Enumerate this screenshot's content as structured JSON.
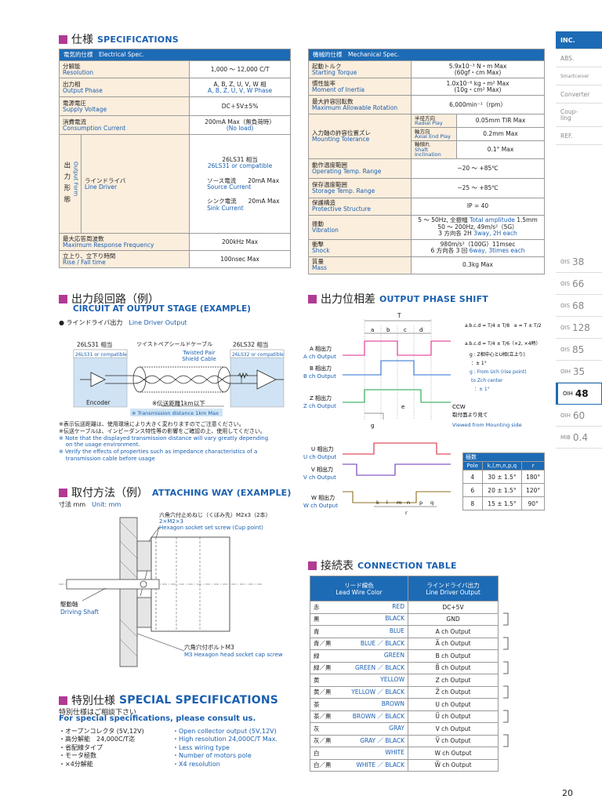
{
  "page_number": "20",
  "sidebar": {
    "items": [
      "INC.",
      "ABS.",
      "Smartceiver",
      "Converter",
      "Coup-\nling",
      "REF."
    ],
    "series": [
      {
        "prefix": "OIS",
        "num": "38"
      },
      {
        "prefix": "OIS",
        "num": "66"
      },
      {
        "prefix": "OIS",
        "num": "68"
      },
      {
        "prefix": "OIS",
        "num": "128"
      },
      {
        "prefix": "OIS",
        "num": "85"
      },
      {
        "prefix": "OIH",
        "num": "35"
      },
      {
        "prefix": "OIH",
        "num": "48"
      },
      {
        "prefix": "OIH",
        "num": "60"
      },
      {
        "prefix": "MIB",
        "num": "0.4"
      }
    ]
  },
  "specs": {
    "title_jp": "仕様",
    "title_en": "SPECIFICATIONS",
    "electrical": {
      "header_jp": "電気的仕様",
      "header_en": "Electrical Spec.",
      "resolution_jp": "分解能",
      "resolution_en": "Resolution",
      "resolution_val": "1,000 〜 12,000 C/T",
      "phase_jp": "出力相",
      "phase_en": "Output Phase",
      "phase_val_jp": "A, B, Z, U, V, W 相",
      "phase_val_en": "A, B, Z, U, V, W Phase",
      "voltage_jp": "電源電圧",
      "voltage_en": "Supply Voltage",
      "voltage_val": "DC＋5V±5%",
      "current_jp": "消費電流",
      "current_en": "Consumption Current",
      "current_val_jp": "200mA Max（無負荷時）",
      "current_val_en": "(No load)",
      "form_jp": "出力形態",
      "form_en": "Output Form",
      "driver_jp": "ラインドライバ",
      "driver_en": "Line Driver",
      "chip_jp": "26LS31 相当",
      "chip_en": "26LS31 or compatible",
      "source_jp": "ソース電流",
      "source_val": "20mA Max",
      "source_en": "Source Current",
      "sink_jp": "シンク電流",
      "sink_val": "20mA Max",
      "sink_en": "Sink Current",
      "freq_jp": "最大応答周波数",
      "freq_en": "Maximum Response Frequency",
      "freq_val": "200kHz Max",
      "rise_jp": "立上り、立下り時間",
      "rise_en": "Rise / Fall time",
      "rise_val": "100nsec Max"
    },
    "mechanical": {
      "header_jp": "機械的仕様",
      "header_en": "Mechanical Spec.",
      "torque_jp": "起動トルク",
      "torque_en": "Starting Torque",
      "torque_val1": "5.9x10⁻³ N・m Max",
      "torque_val2": "(60gf・cm Max)",
      "inertia_jp": "慣性能率",
      "inertia_en": "Moment of Inertia",
      "inertia_val1": "1.0x10⁻⁶ kg・m² Max",
      "inertia_val2": "(10g・cm² Max)",
      "rot_jp": "最大許容回転数",
      "rot_en": "Maximum Allowable Rotation",
      "rot_val": "6,000min⁻¹（rpm）",
      "tol_jp": "入力軸の許容位置ズレ",
      "tol_en": "Mounting Tolerance",
      "radial_jp": "半径方向",
      "radial_en": "Radial Play",
      "radial_val": "0.05mm TIR Max",
      "axial_jp": "軸方向",
      "axial_en": "Axial End Play",
      "axial_val": "0.2mm Max",
      "incl_jp": "軸傾れ",
      "incl_en": "Shaft Inclination",
      "incl_val": "0.1° Max",
      "op_jp": "動作温度範囲",
      "op_en": "Operating Temp. Range",
      "op_val": "−20 〜 +85℃",
      "st_jp": "保存温度範囲",
      "st_en": "Storage Temp. Range",
      "st_val": "−25 〜 +85℃",
      "prot_jp": "保護構造",
      "prot_en": "Protective Structure",
      "prot_val": "IP = 40",
      "vib_jp": "振動",
      "vib_en": "Vibration",
      "vib_val1a": "5 〜 50Hz, 全振幅 ",
      "vib_val1b": "Total amplitude",
      "vib_val1c": " 1.5mm",
      "vib_val2": "50 〜 200Hz, 49m/s²（5G）",
      "vib_val3a": "3 方向各 2H ",
      "vib_val3b": "3way, 2H each",
      "shock_jp": "衝撃",
      "shock_en": "Shock",
      "shock_val1": "980m/s²（100G）11msec",
      "shock_val2a": "6 方向各 3 回 ",
      "shock_val2b": "6way, 3times each",
      "mass_jp": "質量",
      "mass_en": "Mass",
      "mass_val": "0.3kg Max"
    }
  },
  "circuit": {
    "title_jp": "出力段回路（例）",
    "title_en": "CIRCUIT AT OUTPUT STAGE (EXAMPLE)",
    "bullet_jp": "● ラインドライバ出力",
    "bullet_en": "Line Driver Output",
    "left_chip_jp": "26LS31 相当",
    "left_chip_en": "26LS31 or compatible",
    "right_chip_jp": "26LS32 相当",
    "right_chip_en": "26LS32 or compatible",
    "cable_jp": "ツイストペアシールドケーブル",
    "cable_en1": "Twisted Pair",
    "cable_en2": "Shield Cable",
    "encoder": "Encoder",
    "dist_jp": "※伝送距離1km以下",
    "dist_en": "※ Transmission distance 1km Max",
    "notes": [
      "※表示伝送距離は、使用環境により大きく変わりますのでご注意ください。",
      "※伝送ケーブルは、インピーダンス特性等の影響をご確認の上、使用してください。",
      "※ Note that the displayed transmission distance will vary greatly depending",
      "    on the usage environment.",
      "※ Verify the effects of properties such as impedance characteristics of a",
      "    transmission cable before usage"
    ]
  },
  "attach": {
    "title_jp": "取付方法（例）",
    "title_en": "ATTACHING WAY (EXAMPLE)",
    "unit_jp": "寸法 mm",
    "unit_en": "Unit: mm",
    "screw1_jp": "六角穴付止めねじ（くぼみ先）M2x3（2本）",
    "screw1_x": "2×M2×3",
    "screw1_en": "Hexagon socket set screw (Cup point)",
    "shaft_jp": "駆動軸",
    "shaft_en": "Driving Shaft",
    "screw2_jp": "六角穴付ボルトM3",
    "screw2_en": "M3 Hexagon head socket cap screw"
  },
  "special": {
    "title_jp": "特別仕様",
    "title_en": "SPECIAL SPECIFICATIONS",
    "consult_jp": "特別仕様はご相談下さい",
    "consult_en": "For special specifications, please consult us.",
    "items_jp": [
      "・オープンコレクタ (5V,12V)",
      "・高分解能　24,000C/T迄",
      "・省配線タイプ",
      "・モータ極数",
      "・×4分解能"
    ],
    "items_en": [
      "・Open collector output (5V,12V)",
      "・High resolution 24,000C/T Max.",
      "・Less wiring type",
      "・Number of motors pole",
      "・X4 resolution"
    ]
  },
  "phase": {
    "title_jp": "出力位相差",
    "title_en": "OUTPUT PHASE SHIFT",
    "T": "T",
    "ticks": [
      "a",
      "b",
      "c",
      "d"
    ],
    "e": "e",
    "g": "g",
    "r": "r",
    "ticks2": [
      "k",
      "l",
      "m",
      "n",
      "p",
      "q"
    ],
    "formula1": "a.b.c.d = T/4 ± T/8　e = T ± T/2",
    "formula2": "a.b.c.d = T/4 ± T/6（×2, ×4時）",
    "formula3": "g : Z相中心とU相(立上り)",
    "formula4": "：± 1°",
    "formula5": "g : From Uch (rise point)",
    "formula6": "to Zch center",
    "formula7": "：± 1°",
    "A_jp": "A 相出力",
    "A_en": "A ch Output",
    "B_jp": "B 相出力",
    "B_en": "B ch Output",
    "Z_jp": "Z 相出力",
    "Z_en": "Z ch Output",
    "U_jp": "U 相出力",
    "U_en": "U ch Output",
    "V_jp": "V 相出力",
    "V_en": "V ch Output",
    "W_jp": "W 相出力",
    "W_en": "W ch Output",
    "ccw": "CCW",
    "ccw_jp": "取付面より見て",
    "ccw_en": "Viewed from Mounting side",
    "pole_table": {
      "h_jp": "極数",
      "h_en": "Pole",
      "h_klm": "k,l,m,n,p,q",
      "h_r": "r",
      "rows": [
        [
          "4",
          "30 ± 1.5°",
          "180°"
        ],
        [
          "6",
          "20 ± 1.5°",
          "120°"
        ],
        [
          "8",
          "15 ± 1.5°",
          "90°"
        ]
      ]
    }
  },
  "connection": {
    "title_jp": "接続表",
    "title_en": "CONNECTION TABLE",
    "head1_jp": "リード線色",
    "head1_en": "Lead Wire Color",
    "head2_jp": "ラインドライバ出力",
    "head2_en": "Line Driver Output",
    "rows": [
      {
        "jp": "赤",
        "en": "RED",
        "out": "DC+5V"
      },
      {
        "jp": "黒",
        "en": "BLACK",
        "out": "GND"
      },
      {
        "jp": "青",
        "en": "BLUE",
        "out": "A ch Output"
      },
      {
        "jp": "青／黒",
        "en": "BLUE ／ BLACK",
        "out": "A̅ ch Output"
      },
      {
        "jp": "緑",
        "en": "GREEN",
        "out": "B ch Output"
      },
      {
        "jp": "緑／黒",
        "en": "GREEN ／ BLACK",
        "out": "B̅ ch Output"
      },
      {
        "jp": "黄",
        "en": "YELLOW",
        "out": "Z ch Output"
      },
      {
        "jp": "黄／黒",
        "en": "YELLOW ／ BLACK",
        "out": "Z̅ ch Output"
      },
      {
        "jp": "茶",
        "en": "BROWN",
        "out": "U ch Output"
      },
      {
        "jp": "茶／黒",
        "en": "BROWN ／ BLACK",
        "out": "U̅ ch Output"
      },
      {
        "jp": "灰",
        "en": "GRAY",
        "out": "V ch Output"
      },
      {
        "jp": "灰／黒",
        "en": "GRAY ／ BLACK",
        "out": "V̅ ch Output"
      },
      {
        "jp": "白",
        "en": "WHITE",
        "out": "W ch Output"
      },
      {
        "jp": "白／黒",
        "en": "WHITE ／ BLACK",
        "out": "W̅ ch Output"
      }
    ]
  },
  "colors": {
    "accent_blue": "#1d6bb5",
    "section_square": "#b13a93",
    "label_bg": "#fbeedd",
    "wave_A": "#e02a8a",
    "wave_B": "#2a6fd0",
    "wave_Z": "#1aa34a",
    "wave_U": "#d8263a",
    "wave_V": "#6b2fb8",
    "wave_W": "#8a6d1c"
  }
}
